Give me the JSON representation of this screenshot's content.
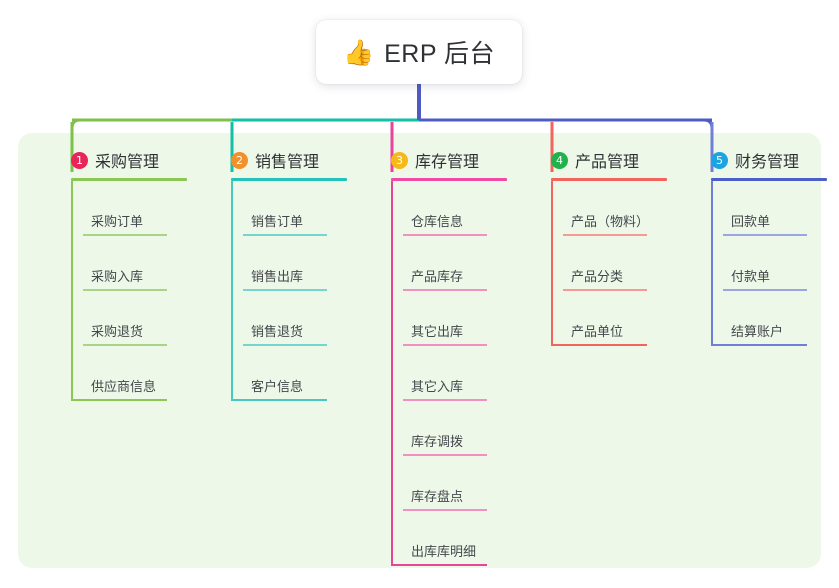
{
  "root": {
    "icon": "thumbs-up-icon",
    "emoji": "👍",
    "title": "ERP 后台"
  },
  "panel": {
    "background_color": "#eef8e9"
  },
  "connector_colors": {
    "trunk": "#4f5bc4",
    "bus_left": "#7fc04a",
    "bus_mid": "#13bfa6",
    "bus_right": "#4f5bc4",
    "drops": [
      "#7fc04a",
      "#13bfa6",
      "#e8449a",
      "#f4645f",
      "#6f7fd6"
    ]
  },
  "columns": [
    {
      "index": "1",
      "title": "采购管理",
      "badge_color": "#e8245a",
      "rule_color": "#8cc653",
      "line_color": "#8cc653",
      "leaf_rule_color": "#a9d486",
      "items": [
        {
          "label": "采购订单"
        },
        {
          "label": "采购入库"
        },
        {
          "label": "采购退货"
        },
        {
          "label": "供应商信息"
        }
      ]
    },
    {
      "index": "2",
      "title": "销售管理",
      "badge_color": "#f2902b",
      "rule_color": "#23c3bb",
      "line_color": "#45c9c0",
      "leaf_rule_color": "#74d6cf",
      "items": [
        {
          "label": "销售订单"
        },
        {
          "label": "销售出库"
        },
        {
          "label": "销售退货"
        },
        {
          "label": "客户信息"
        }
      ]
    },
    {
      "index": "3",
      "title": "库存管理",
      "badge_color": "#f5b919",
      "rule_color": "#ef4ba5",
      "line_color": "#e8449a",
      "leaf_rule_color": "#f091c2",
      "items": [
        {
          "label": "仓库信息"
        },
        {
          "label": "产品库存"
        },
        {
          "label": "其它出库"
        },
        {
          "label": "其它入库"
        },
        {
          "label": "库存调拨"
        },
        {
          "label": "库存盘点"
        },
        {
          "label": "出库库明细"
        }
      ]
    },
    {
      "index": "4",
      "title": "产品管理",
      "badge_color": "#22b24c",
      "rule_color": "#f4645f",
      "line_color": "#f4645f",
      "leaf_rule_color": "#f79a95",
      "items": [
        {
          "label": "产品（物料）"
        },
        {
          "label": "产品分类"
        },
        {
          "label": "产品单位"
        }
      ]
    },
    {
      "index": "5",
      "title": "财务管理",
      "badge_color": "#1ca4e0",
      "rule_color": "#4c5fc8",
      "line_color": "#6f7fd6",
      "leaf_rule_color": "#9aa6e2",
      "items": [
        {
          "label": "回款单"
        },
        {
          "label": "付款单"
        },
        {
          "label": "结算账户"
        }
      ]
    }
  ]
}
